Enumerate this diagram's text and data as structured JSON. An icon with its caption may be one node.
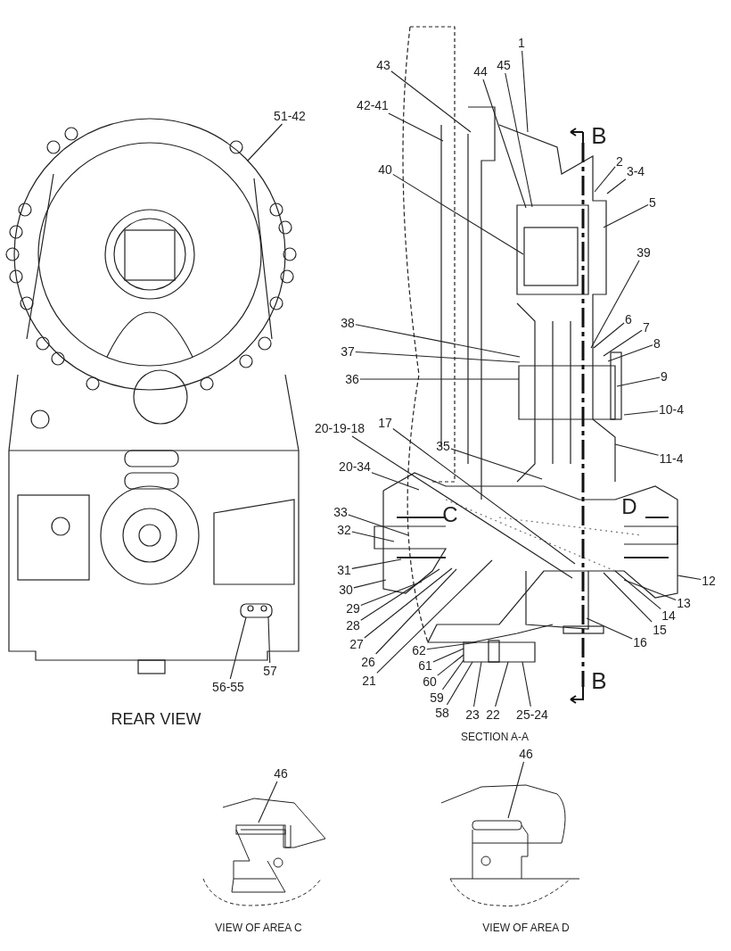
{
  "diagram": {
    "nodes": [
      {
        "text": [
          "51-42"
        ]
      },
      {
        "text": [
          "57"
        ]
      },
      {
        "text": [
          "56-55"
        ]
      },
      {
        "text": [
          "43"
        ]
      },
      {
        "text": [
          "1"
        ]
      },
      {
        "text": [
          "45"
        ]
      },
      {
        "text": [
          "44"
        ]
      },
      {
        "text": [
          "42-41"
        ]
      },
      {
        "text": [
          "2"
        ]
      },
      {
        "text": [
          "3-4"
        ]
      },
      {
        "text": [
          "5"
        ]
      },
      {
        "text": [
          "40"
        ]
      },
      {
        "text": [
          "39"
        ]
      },
      {
        "text": [
          "6"
        ]
      },
      {
        "text": [
          "7"
        ]
      },
      {
        "text": [
          "8"
        ]
      },
      {
        "text": [
          "38"
        ]
      },
      {
        "text": [
          "37"
        ]
      },
      {
        "text": [
          "36"
        ]
      },
      {
        "text": [
          "9"
        ]
      },
      {
        "text": [
          "10-4"
        ]
      },
      {
        "text": [
          "20-19-18"
        ]
      },
      {
        "text": [
          "17"
        ]
      },
      {
        "text": [
          "35"
        ]
      },
      {
        "text": [
          "11-4"
        ]
      },
      {
        "text": [
          "20-34"
        ]
      },
      {
        "text": [
          "33"
        ]
      },
      {
        "text": [
          "32"
        ]
      },
      {
        "text": [
          "31"
        ]
      },
      {
        "text": [
          "12"
        ]
      },
      {
        "text": [
          "30"
        ]
      },
      {
        "text": [
          "29"
        ]
      },
      {
        "text": [
          "13"
        ]
      },
      {
        "text": [
          "28"
        ]
      },
      {
        "text": [
          "14"
        ]
      },
      {
        "text": [
          "15"
        ]
      },
      {
        "text": [
          "27"
        ]
      },
      {
        "text": [
          "16"
        ]
      },
      {
        "text": [
          "26"
        ]
      },
      {
        "text": [
          "21"
        ]
      },
      {
        "text": [
          "62"
        ]
      },
      {
        "text": [
          "61"
        ]
      },
      {
        "text": [
          "60"
        ]
      },
      {
        "text": [
          "59"
        ]
      },
      {
        "text": [
          "58"
        ]
      },
      {
        "text": [
          "23"
        ]
      },
      {
        "text": [
          "22"
        ]
      },
      {
        "text": [
          "25-24"
        ]
      },
      {
        "text": [
          "46"
        ]
      },
      {
        "text": [
          "46"
        ]
      }
    ],
    "edges": [
      {
        "from": 0,
        "to": null,
        "arrow": "none"
      },
      {
        "from": 1,
        "to": null,
        "arrow": "none"
      },
      {
        "from": 2,
        "to": null,
        "arrow": "none"
      },
      {
        "from": 3,
        "to": null,
        "arrow": "none"
      },
      {
        "from": 4,
        "to": null,
        "arrow": "none"
      },
      {
        "from": 5,
        "to": null,
        "arrow": "none"
      },
      {
        "from": 6,
        "to": null,
        "arrow": "none"
      },
      {
        "from": 7,
        "to": null,
        "arrow": "none"
      },
      {
        "from": 8,
        "to": null,
        "arrow": "none"
      },
      {
        "from": 9,
        "to": null,
        "arrow": "none"
      },
      {
        "from": 10,
        "to": null,
        "arrow": "none"
      },
      {
        "from": 11,
        "to": null,
        "arrow": "none"
      },
      {
        "from": 12,
        "to": null,
        "arrow": "none"
      },
      {
        "from": 13,
        "to": null,
        "arrow": "none"
      },
      {
        "from": 14,
        "to": null,
        "arrow": "none"
      },
      {
        "from": 15,
        "to": null,
        "arrow": "none"
      },
      {
        "from": 16,
        "to": null,
        "arrow": "none"
      },
      {
        "from": 17,
        "to": null,
        "arrow": "none"
      },
      {
        "from": 18,
        "to": null,
        "arrow": "none"
      },
      {
        "from": 19,
        "to": null,
        "arrow": "none"
      },
      {
        "from": 20,
        "to": null,
        "arrow": "none"
      },
      {
        "from": 21,
        "to": null,
        "arrow": "none"
      },
      {
        "from": 22,
        "to": null,
        "arrow": "none"
      },
      {
        "from": 23,
        "to": null,
        "arrow": "none"
      },
      {
        "from": 24,
        "to": null,
        "arrow": "none"
      },
      {
        "from": 25,
        "to": null,
        "arrow": "none"
      },
      {
        "from": 26,
        "to": null,
        "arrow": "none"
      },
      {
        "from": 27,
        "to": null,
        "arrow": "none"
      },
      {
        "from": 28,
        "to": null,
        "arrow": "none"
      },
      {
        "from": 29,
        "to": null,
        "arrow": "none"
      },
      {
        "from": 30,
        "to": null,
        "arrow": "none"
      },
      {
        "from": 31,
        "to": null,
        "arrow": "none"
      },
      {
        "from": 32,
        "to": null,
        "arrow": "none"
      },
      {
        "from": 33,
        "to": null,
        "arrow": "none"
      },
      {
        "from": 34,
        "to": null,
        "arrow": "none"
      },
      {
        "from": 35,
        "to": null,
        "arrow": "none"
      },
      {
        "from": 36,
        "to": null,
        "arrow": "none"
      },
      {
        "from": 37,
        "to": null,
        "arrow": "none"
      },
      {
        "from": 38,
        "to": null,
        "arrow": "none"
      },
      {
        "from": 39,
        "to": null,
        "arrow": "none"
      },
      {
        "from": 40,
        "to": null,
        "arrow": "none"
      },
      {
        "from": 41,
        "to": null,
        "arrow": "none"
      },
      {
        "from": 42,
        "to": null,
        "arrow": "none"
      },
      {
        "from": 43,
        "to": null,
        "arrow": "none"
      },
      {
        "from": 44,
        "to": null,
        "arrow": "none"
      },
      {
        "from": 45,
        "to": null,
        "arrow": "none"
      },
      {
        "from": 46,
        "to": null,
        "arrow": "none"
      },
      {
        "from": 47,
        "to": null,
        "arrow": "none"
      },
      {
        "from": 48,
        "to": null,
        "arrow": "none"
      },
      {
        "from": 49,
        "to": null,
        "arrow": "none"
      }
    ],
    "labels": [
      "B",
      "C",
      "D",
      "B",
      "REAR VIEW",
      "SECTION A-A",
      "VIEW OF AREA C",
      "VIEW OF AREA D"
    ]
  }
}
